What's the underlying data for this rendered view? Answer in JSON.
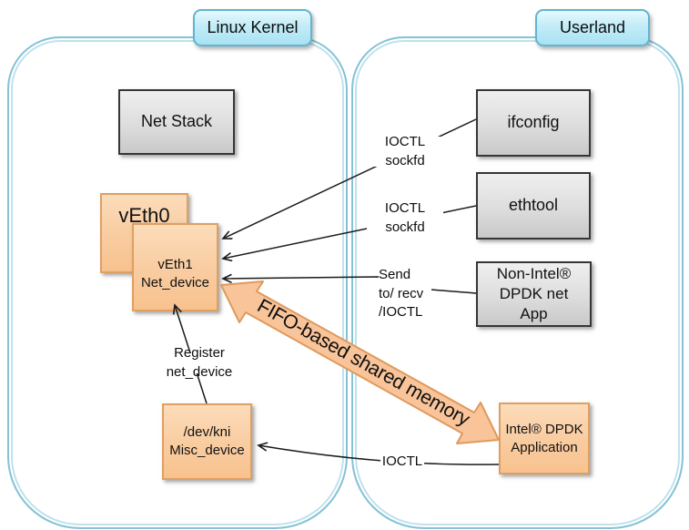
{
  "regions": {
    "kernel": "Linux Kernel",
    "userland": "Userland"
  },
  "boxes": {
    "net_stack": {
      "label": "Net Stack"
    },
    "veth0": {
      "label": "vEth0"
    },
    "veth1": {
      "line1": "vEth1",
      "line2": "Net_device"
    },
    "dev_kni": {
      "line1": "/dev/kni",
      "line2": "Misc_device"
    },
    "ifconfig": {
      "label": "ifconfig"
    },
    "ethtool": {
      "label": "ethtool"
    },
    "non_intel_app": {
      "line1": "Non-Intel®",
      "line2": "DPDK net",
      "line3": "App"
    },
    "intel_app": {
      "line1": "Intel® DPDK",
      "line2": "Application"
    }
  },
  "edge_labels": {
    "ioctl_sockfd_top": "IOCTL sockfd",
    "ioctl_sockfd_mid": "IOCTL sockfd",
    "send_recv": {
      "line1": "Send",
      "line2": "to/ recv",
      "line3": "/IOCTL"
    },
    "register_net_device": "Register net_device",
    "ioctl": "IOCTL",
    "fifo": "FIFO-based shared memory"
  },
  "colors": {
    "region_border": "#85c2d6",
    "region_label_fill_top": "#e7f9fd",
    "region_label_fill_bottom": "#a8e2f2",
    "region_label_border": "#62b4d0",
    "gray_box_fill_top": "#efefef",
    "gray_box_fill_bottom": "#c9c9c9",
    "gray_box_border": "#363636",
    "orange_box_fill_top": "#fcdcba",
    "orange_box_fill_bottom": "#f8c28e",
    "orange_box_border": "#df9f63",
    "fifo_arrow_fill": "#f9c499",
    "fifo_arrow_border": "#e0995c",
    "connector_color": "#1a1a1a"
  }
}
